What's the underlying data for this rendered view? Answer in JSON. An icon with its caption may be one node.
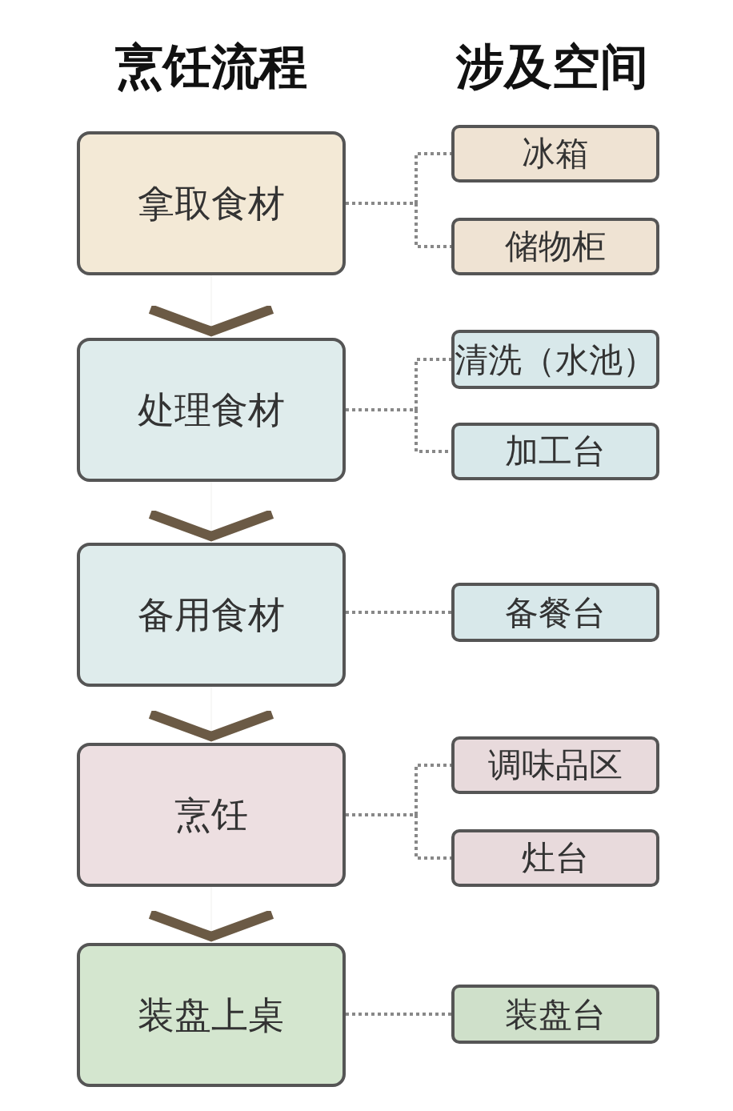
{
  "diagram": {
    "nodes": [
      {
        "text": [
          "拿取食材"
        ]
      },
      {
        "text": [
          "冰箱"
        ]
      },
      {
        "text": [
          "储物柜"
        ]
      },
      {
        "text": [
          "处理食材"
        ]
      },
      {
        "text": [
          "清洗（水池）"
        ]
      },
      {
        "text": [
          "加工台"
        ]
      },
      {
        "text": [
          "备用食材"
        ]
      },
      {
        "text": [
          "备餐台"
        ]
      },
      {
        "text": [
          "烹饪"
        ]
      },
      {
        "text": [
          "调味品区"
        ]
      },
      {
        "text": [
          "灶台"
        ]
      },
      {
        "text": [
          "装盘上桌"
        ]
      },
      {
        "text": [
          "装盘台"
        ]
      }
    ],
    "edges": [
      {
        "from": 0,
        "to": 1,
        "arrow": "none",
        "style": "dashed"
      },
      {
        "from": 0,
        "to": 2,
        "arrow": "none",
        "style": "dashed"
      },
      {
        "from": 3,
        "to": 4,
        "arrow": "none",
        "style": "dashed"
      },
      {
        "from": 3,
        "to": 5,
        "arrow": "none",
        "style": "dashed"
      },
      {
        "from": 6,
        "to": 7,
        "arrow": "none",
        "style": "dashed"
      },
      {
        "from": 8,
        "to": 9,
        "arrow": "none",
        "style": "dashed"
      },
      {
        "from": 8,
        "to": 10,
        "arrow": "none",
        "style": "dashed"
      },
      {
        "from": 11,
        "to": 12,
        "arrow": "none",
        "style": "dashed"
      },
      {
        "from": 0,
        "to": 3,
        "arrow": "to"
      },
      {
        "from": 3,
        "to": 6,
        "arrow": "to"
      },
      {
        "from": 6,
        "to": 8,
        "arrow": "to"
      },
      {
        "from": 8,
        "to": 11,
        "arrow": "to"
      }
    ],
    "labels": [
      "烹饪流程",
      "涉及空间"
    ]
  }
}
